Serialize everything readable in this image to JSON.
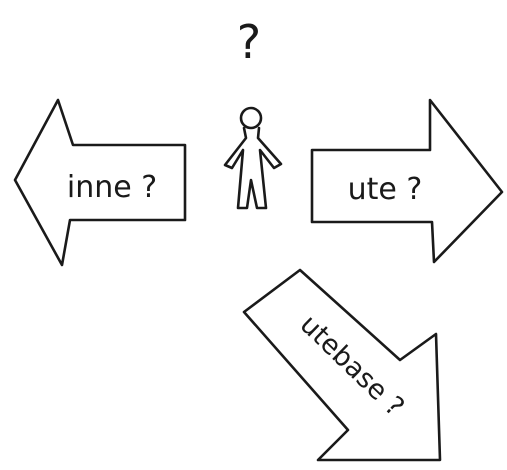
{
  "labels": {
    "center_mark": "?",
    "left_arrow": "inne ?",
    "right_arrow": "ute ?",
    "diagonal_arrow": "utebase ?"
  }
}
